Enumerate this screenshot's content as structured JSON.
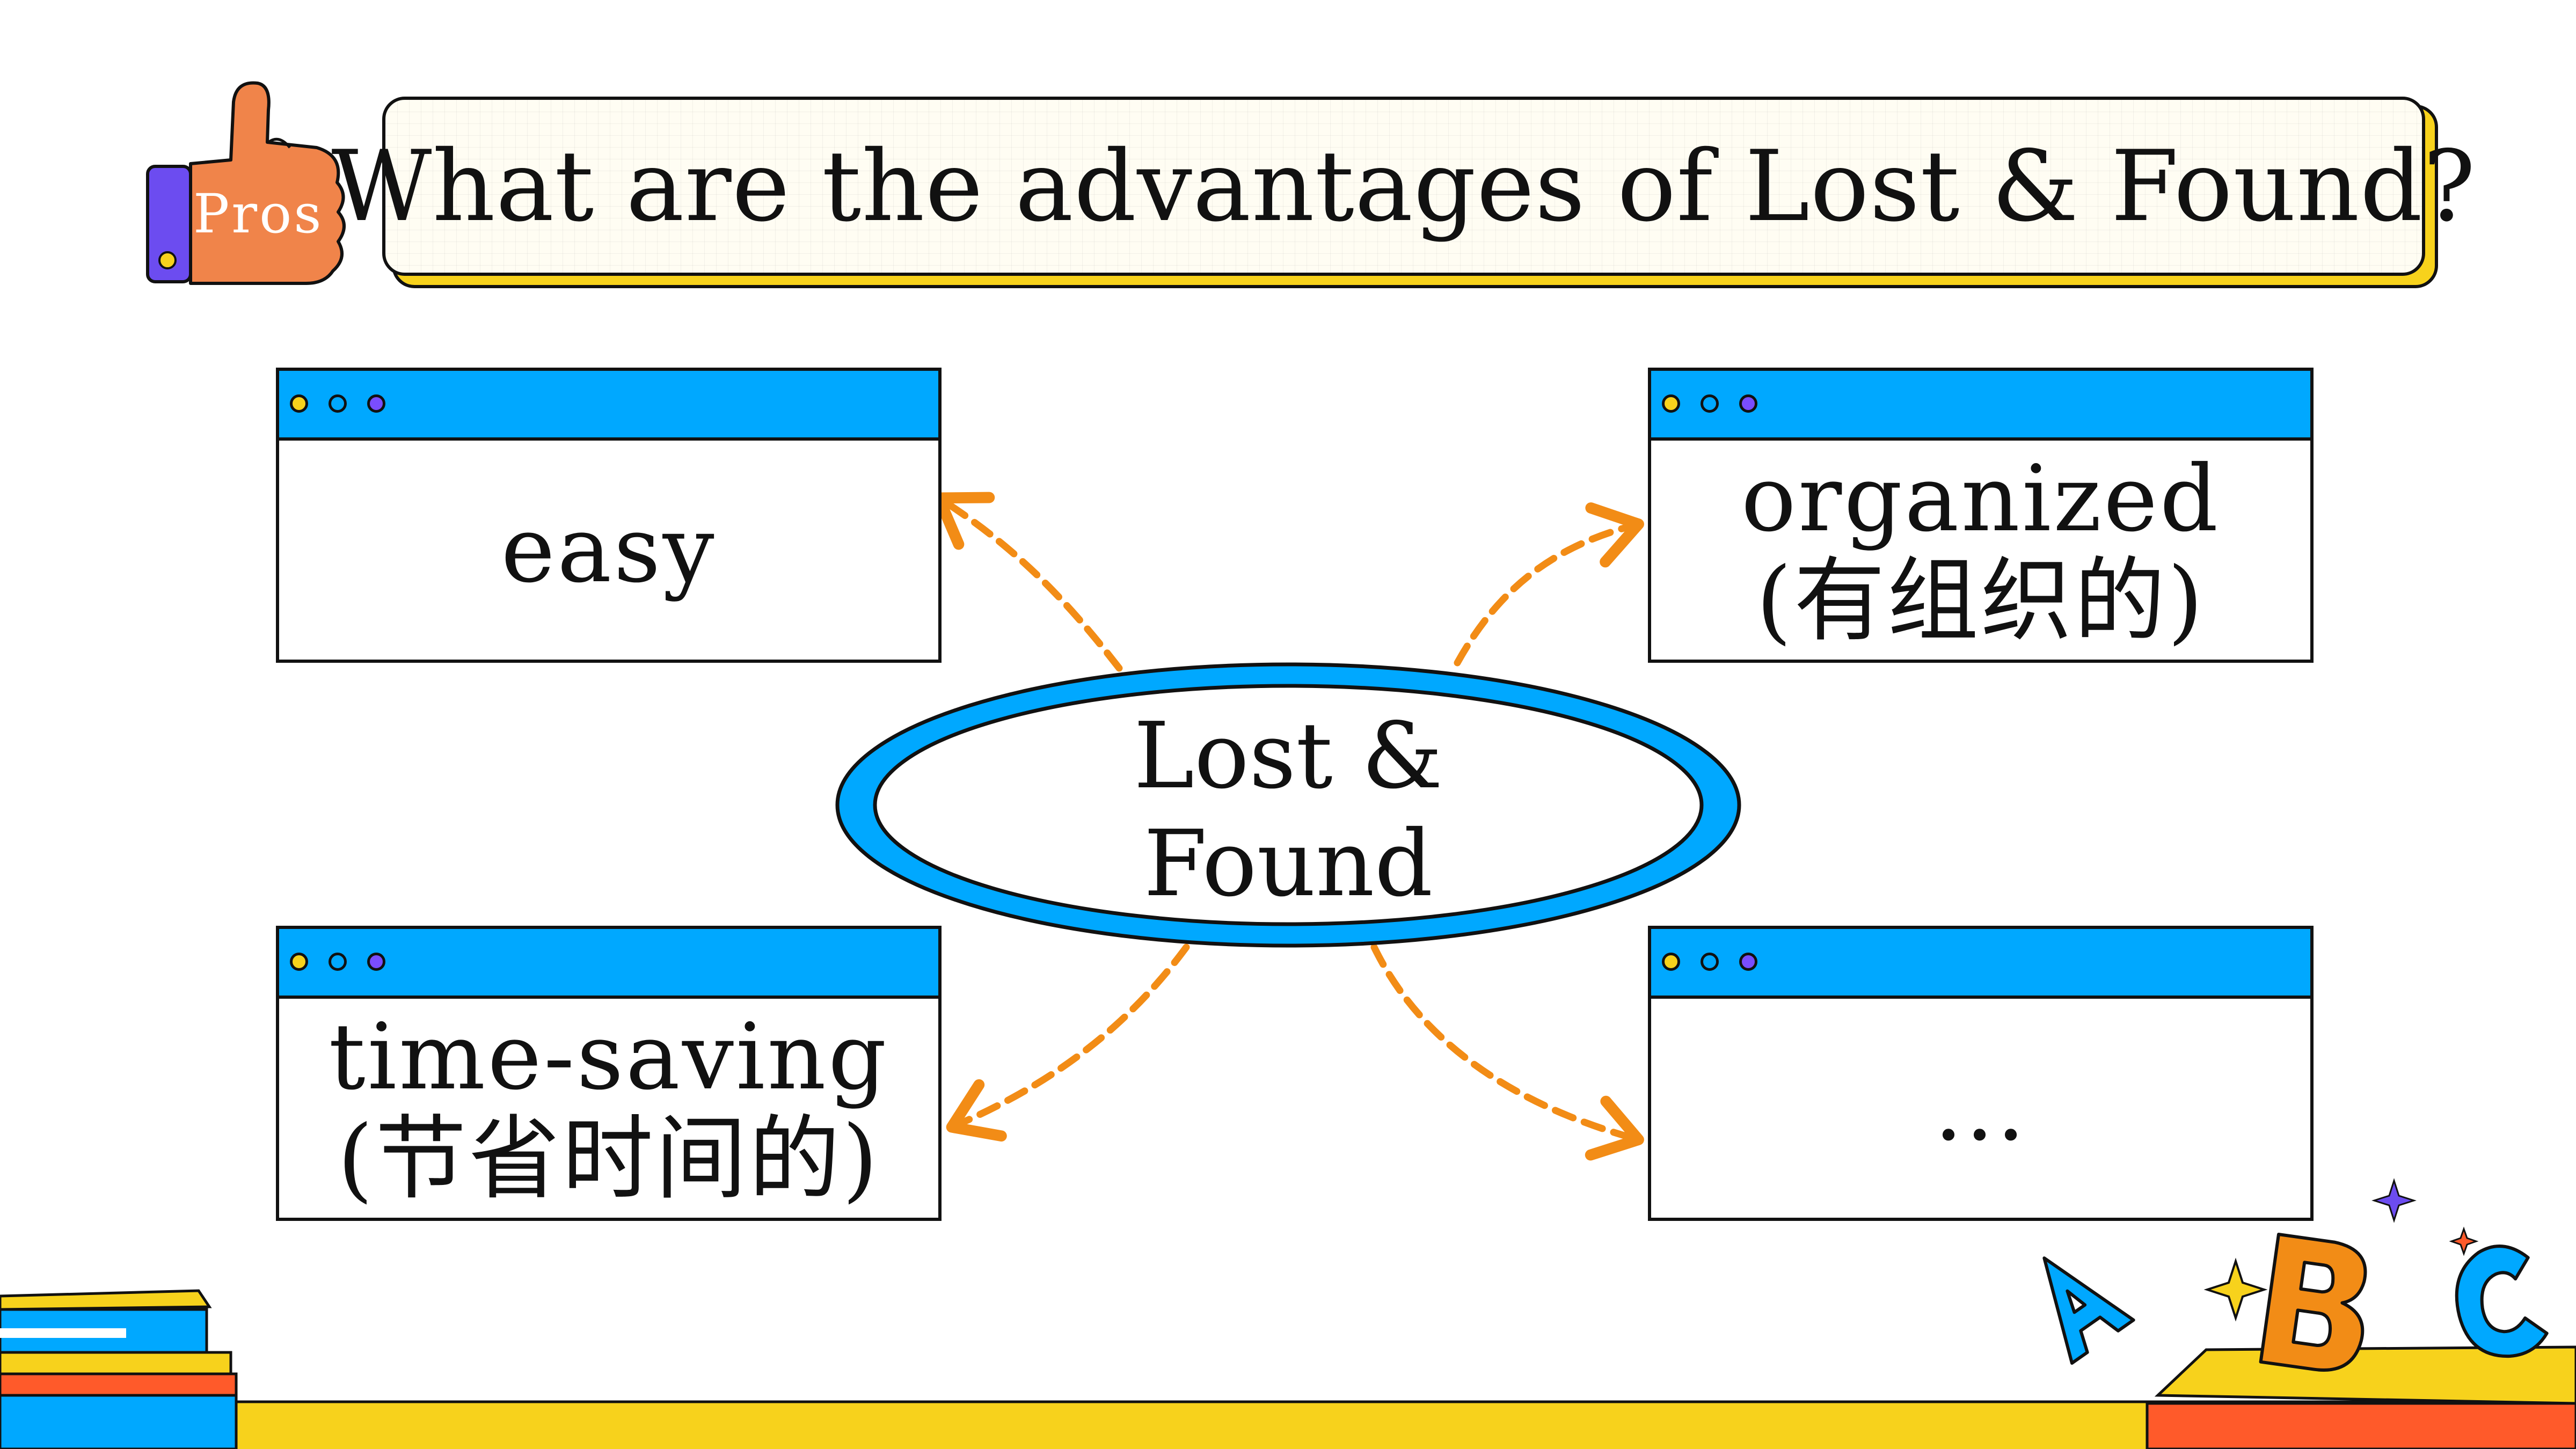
{
  "title": "What are the advantages of Lost & Found?",
  "badge": {
    "label": "Pros",
    "icon": "thumbs-up-icon"
  },
  "center": {
    "line1": "Lost &",
    "line2": "Found"
  },
  "boxes": [
    {
      "line1": "easy",
      "line2": ""
    },
    {
      "line1": "organized",
      "line2": "(有组织的)"
    },
    {
      "line1": "time-saving",
      "line2": "(节省时间的)"
    },
    {
      "line1": "...",
      "line2": ""
    }
  ],
  "decorations": {
    "books": "stacked-books-icon",
    "letters": [
      "A",
      "B",
      "C"
    ]
  },
  "colors": {
    "accent_blue": "#00a8ff",
    "accent_yellow": "#f7d21c",
    "arrow_orange": "#f28c16",
    "thumb_orange": "#f0844a",
    "cuff_purple": "#6c4cf0"
  }
}
